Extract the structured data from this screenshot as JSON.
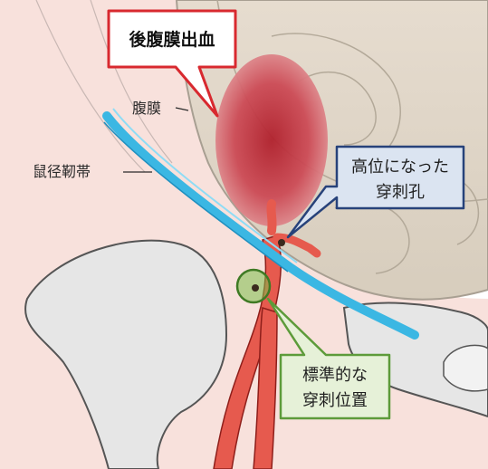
{
  "labels": {
    "hemorrhage": "後腹膜出血",
    "peritoneum": "腹膜",
    "ligament": "鼠径靭帯",
    "high_puncture_line1": "高位になった",
    "high_puncture_line2": "穿刺孔",
    "standard_line1": "標準的な",
    "standard_line2": "穿刺位置"
  },
  "colors": {
    "hemorrhage_border": "#d8292f",
    "high_puncture_border": "#27427a",
    "high_puncture_fill": "#dbe4f1",
    "standard_border": "#5d9b3a",
    "standard_fill": "#e6f1d8",
    "ligament": "#3bb7e3",
    "artery": "#e65a4e",
    "skin": "#f3c9bf",
    "bone": "#e6e6e6"
  }
}
